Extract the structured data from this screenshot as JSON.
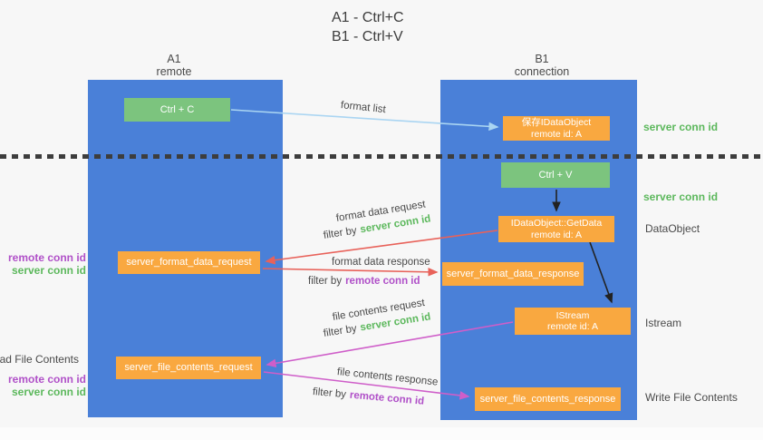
{
  "title": {
    "line1": "A1 - Ctrl+C",
    "line2": "B1 - Ctrl+V"
  },
  "columns": {
    "left": {
      "name": "A1",
      "role": "remote"
    },
    "right": {
      "name": "B1",
      "role": "connection"
    }
  },
  "nodes": {
    "ctrl_c": {
      "label": "Ctrl + C"
    },
    "ctrl_v": {
      "label": "Ctrl + V"
    },
    "save_dataobject": {
      "line1": "保存IDataObject",
      "line2": "remote id: A"
    },
    "getdata": {
      "line1": "IDataObject::GetData",
      "line2": "remote id: A"
    },
    "format_request": {
      "label": "server_format_data_request"
    },
    "format_response": {
      "label": "server_format_data_response"
    },
    "istream": {
      "line1": "IStream",
      "line2": "remote id: A"
    },
    "file_request": {
      "label": "server_file_contents_request"
    },
    "file_response": {
      "label": "server_file_contents_response"
    }
  },
  "edge_labels": {
    "format_list": "format list",
    "format_data_request": "format data request",
    "format_data_response": "format data response",
    "file_contents_request": "file contents request",
    "file_contents_response": "file contents response",
    "filter_by": "filter by",
    "server_conn_id": "server conn id",
    "remote_conn_id": "remote conn id"
  },
  "side_labels": {
    "right": {
      "server_conn_id_top": "server conn id",
      "server_conn_id_mid": "server conn id",
      "dataobject": "DataObject",
      "istream": "Istream",
      "write_file_contents": "Write File Contents"
    },
    "left": {
      "remote_conn_id_1": "remote conn id",
      "server_conn_id_1": "server conn id",
      "read_file_contents": "Read File Contents",
      "remote_conn_id_2": "remote conn id",
      "server_conn_id_2": "server conn id"
    }
  },
  "colors": {
    "column_blue": "#4a80d8",
    "box_green": "#7cc47e",
    "box_orange": "#f9a840",
    "arrow_light_blue": "#aad5f2",
    "arrow_red": "#e8625a",
    "arrow_magenta": "#cf5ec9",
    "arrow_black": "#222222",
    "text_green": "#5cb85c",
    "text_purple": "#b050c8",
    "text_gray": "#4a4a4a"
  }
}
